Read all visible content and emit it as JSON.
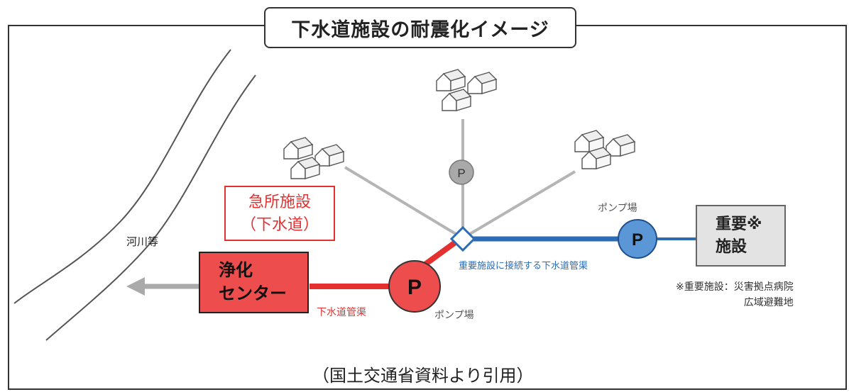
{
  "title": "下水道施設の耐震化イメージ",
  "emergency_facility": {
    "line1": "急所施設",
    "line2": "（下水道）"
  },
  "treatment_plant": {
    "line1": "浄化",
    "line2": "センター"
  },
  "important_facility": {
    "line1": "重要※",
    "line2": "施設"
  },
  "pump_glyph": "P",
  "labels": {
    "river": "河川等",
    "sewer_pipe": "下水道管渠",
    "connected_pipe": "重要施設に接続する下水道管渠",
    "pump_station_lower": "ポンプ場",
    "pump_station_upper": "ポンプ場"
  },
  "note": {
    "line1": "※重要施設：災害拠点病院",
    "line2": "広域避難地"
  },
  "source": "（国土交通省資料より引用）",
  "colors": {
    "red": "#e53030",
    "red_fill": "#ee4d4d",
    "blue": "#2b6cb5",
    "blue_fill": "#5b97d6",
    "gray_line": "#b5b5b5",
    "gray_pump": "#a9a9a9",
    "facility_fill": "#e3e3e3"
  }
}
